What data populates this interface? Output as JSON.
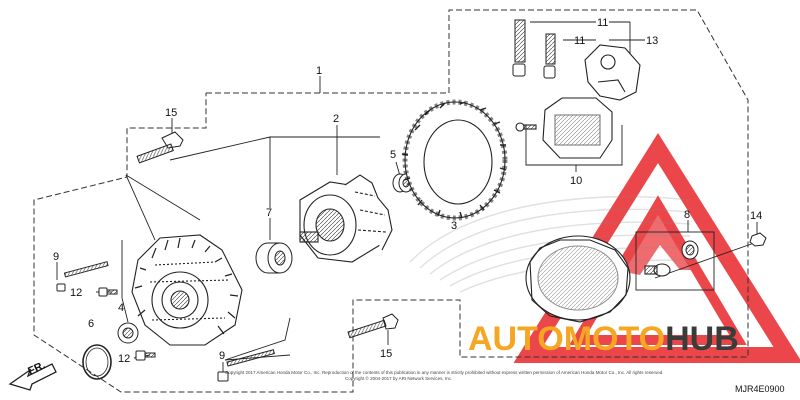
{
  "callouts": {
    "c1": "1",
    "c2": "2",
    "c3": "3",
    "c4": "4",
    "c5": "5",
    "c6": "6",
    "c7": "7",
    "c8": "8",
    "c9a": "9",
    "c9b": "9",
    "c10": "10",
    "c11a": "11",
    "c11b": "11",
    "c12a": "12",
    "c12b": "12",
    "c13": "13",
    "c14": "14",
    "c15a": "15",
    "c15b": "15"
  },
  "direction_label": "FR.",
  "diagram_code": "MJR4E0900",
  "copyright_line1": "Copyright 2017 American Honda Motor Co., Inc. Reproduction of the contents of this publication in any manner is strictly prohibited without express written permission of American Honda Motor Co., Inc. All rights reserved.",
  "copyright_line2": "Copyright © 2004-2017 by ARI Network Services, Inc.",
  "watermark": {
    "part1": "AUTO",
    "part2": "MOTO",
    "part3": "HUB"
  },
  "colors": {
    "watermark_red": "#e8262b",
    "watermark_orange": "#f5a623",
    "watermark_dark": "#3b3b3b",
    "line": "#222222"
  }
}
